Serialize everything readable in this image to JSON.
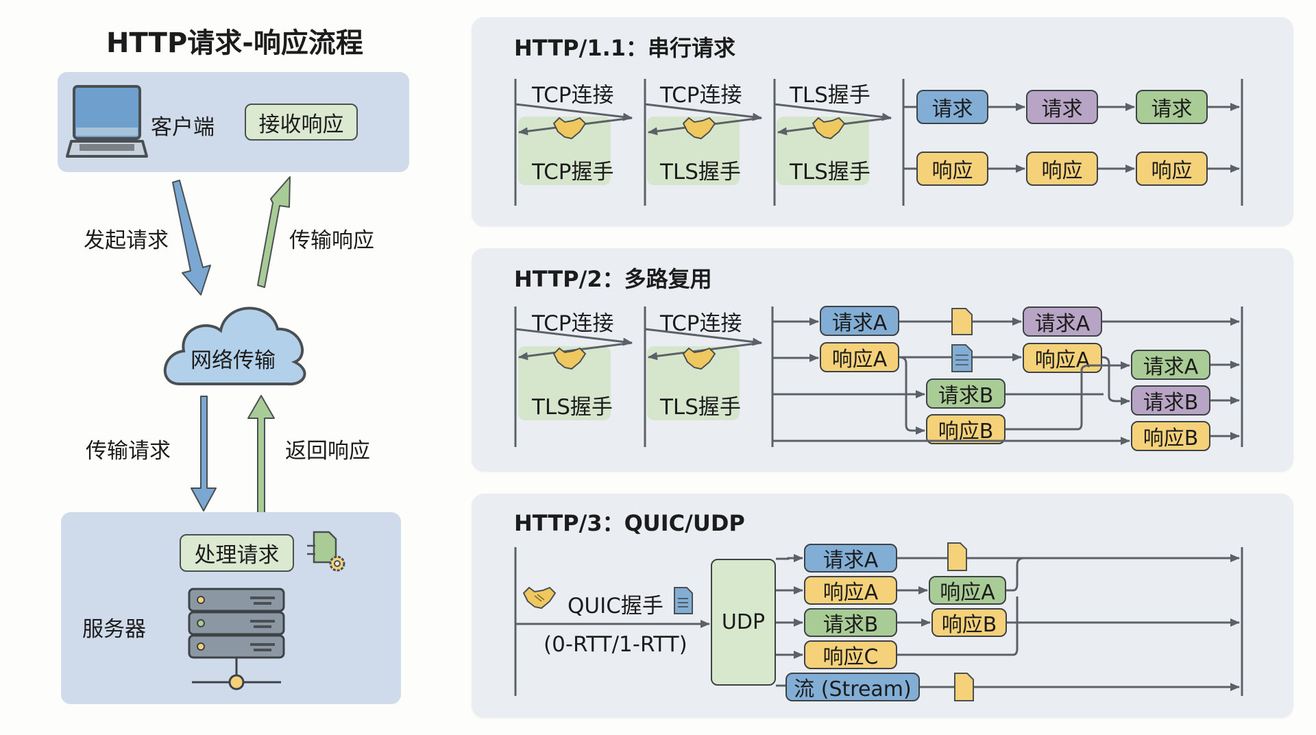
{
  "title": "HTTP请求-响应流程",
  "left": {
    "client_label": "客户端",
    "receive_label": "接收响应",
    "send_request_label": "发起请求",
    "transmit_response_label": "传输响应",
    "network_label": "网络传输",
    "transmit_request_label": "传输请求",
    "return_response_label": "返回响应",
    "process_label": "处理请求",
    "server_label": "服务器"
  },
  "http11": {
    "title": "HTTP/1.1：串行请求",
    "stages": [
      {
        "top": "TCP连接",
        "bottom": "TCP握手"
      },
      {
        "top": "TCP连接",
        "bottom": "TLS握手"
      },
      {
        "top": "TLS握手",
        "bottom": "TLS握手"
      }
    ],
    "requests": [
      "请求",
      "请求",
      "请求"
    ],
    "responses": [
      "响应",
      "响应",
      "响应"
    ]
  },
  "http2": {
    "title": "HTTP/2：多路复用",
    "stages": [
      {
        "top": "TCP连接",
        "bottom": "TLS握手"
      },
      {
        "top": "TCP连接",
        "bottom": "TLS握手"
      }
    ],
    "col1": [
      "请求A",
      "响应A"
    ],
    "col2": [
      "请求B",
      "响应B"
    ],
    "col3": [
      "请求A",
      "响应A"
    ],
    "col4": [
      "请求A",
      "请求B",
      "响应B"
    ]
  },
  "http3": {
    "title": "HTTP/3：QUIC/UDP",
    "handshake_label": "QUIC握手",
    "rtt_label": "(0-RTT/1-RTT)",
    "udp_label": "UDP",
    "streams": [
      "请求A",
      "响应A",
      "请求B",
      "响应C"
    ],
    "stream_label": "流 (Stream)",
    "col2": [
      "响应A",
      "响应B"
    ]
  },
  "colors": {
    "blue": "#82aed6",
    "purple": "#b8a4c4",
    "green": "#a9cb95",
    "yellow": "#f5d27a",
    "panel": "#eaeef3",
    "left_box": "#cfdaea"
  }
}
